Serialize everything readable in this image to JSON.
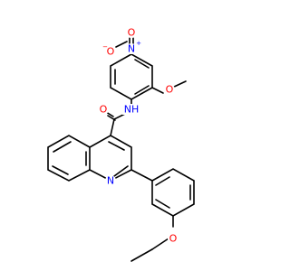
{
  "molecule": {
    "atoms": {
      "nitro_o_top": {
        "text": "O",
        "color": "#ff0000"
      },
      "nitro_n": {
        "text": "N",
        "color": "#0000ff",
        "charge": "+"
      },
      "nitro_o_left": {
        "text": "O",
        "color": "#ff0000",
        "charge": "−"
      },
      "methoxy_o": {
        "text": "O",
        "color": "#ff0000"
      },
      "carbonyl_o": {
        "text": "O",
        "color": "#ff0000"
      },
      "amide_nh": {
        "text": "NH",
        "color": "#0000ff"
      },
      "quinoline_n": {
        "text": "N",
        "color": "#0000ff"
      },
      "ethoxy_o": {
        "text": "O",
        "color": "#ff0000"
      }
    }
  }
}
